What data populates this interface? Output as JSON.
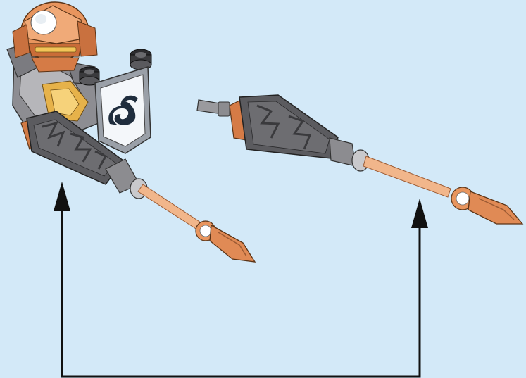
{
  "canvas": {
    "background": "#d3e9f8"
  },
  "colors": {
    "copper": "#e08a55",
    "copper_light": "#f1b68b",
    "copper_dark": "#9b5a33",
    "tread_dark": "#4a4a4d",
    "tread_mid": "#6d6d71",
    "grey_part": "#9a9a9e",
    "grey_light": "#c9c9cc",
    "shield_face": "#f4f7fa",
    "shield_frame": "#9aa0a8",
    "swan": "#1f2d3d",
    "arrow": "#111111"
  },
  "parts": [
    {
      "name": "minifigure-with-shield-and-lance",
      "icon": "knight-minifigure-icon"
    },
    {
      "name": "loose-lance",
      "icon": "lance-icon"
    }
  ],
  "callout": {
    "type": "bracket-arrows",
    "arrow_count": 2
  }
}
